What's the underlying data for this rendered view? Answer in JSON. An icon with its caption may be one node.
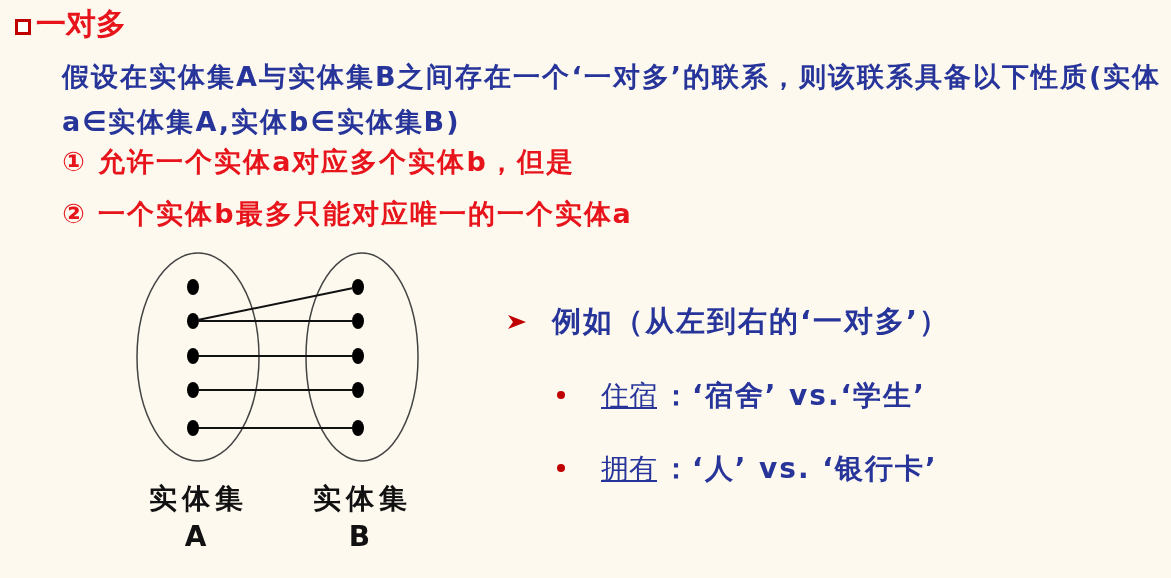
{
  "diagram": {
    "title": "一对多",
    "nodes": [
      {
        "text": [
          "实体集 A"
        ]
      },
      {
        "text": [
          "实体集 B"
        ]
      },
      {
        "text": [],
        "shape": "circle",
        "in": 0
      },
      {
        "text": [],
        "shape": "circle",
        "in": 0
      },
      {
        "text": [],
        "shape": "circle",
        "in": 0
      },
      {
        "text": [],
        "shape": "circle",
        "in": 0
      },
      {
        "text": [],
        "shape": "circle",
        "in": 0
      },
      {
        "text": [],
        "shape": "circle",
        "in": 1
      },
      {
        "text": [],
        "shape": "circle",
        "in": 1
      },
      {
        "text": [],
        "shape": "circle",
        "in": 1
      },
      {
        "text": [],
        "shape": "circle",
        "in": 1
      },
      {
        "text": [],
        "shape": "circle",
        "in": 1
      }
    ],
    "edges": [
      {
        "from": 3,
        "to": 7,
        "arrow": "none"
      },
      {
        "from": 3,
        "to": 8,
        "arrow": "none"
      },
      {
        "from": 4,
        "to": 9,
        "arrow": "none"
      },
      {
        "from": 5,
        "to": 10,
        "arrow": "none"
      },
      {
        "from": 6,
        "to": 11,
        "arrow": "none"
      }
    ],
    "labels": [
      "假设在实体集A与实体集B之间存在一个‘一对多’的联系，则该联系具备以下性质(实体a∈实体集A,实体b∈实体集B)",
      "① 允许一个实体a对应多个实体b，但是",
      "② 一个实体b最多只能对应唯一的一个实体a",
      "例如（从左到右的‘一对多’）",
      "住宿",
      "：‘宿舍’ vs.‘学生’",
      "拥有",
      "：‘人’ vs. ‘银行卡’"
    ]
  }
}
